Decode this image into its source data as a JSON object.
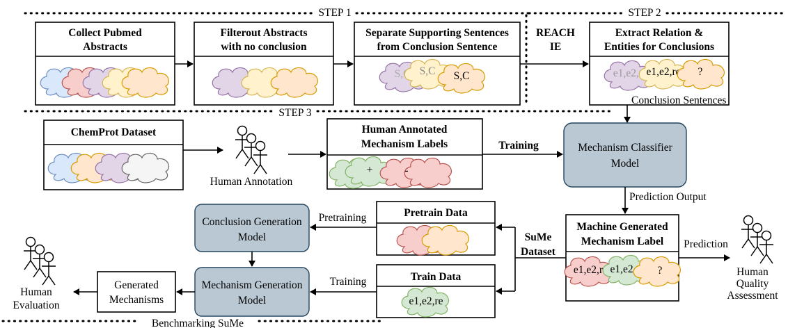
{
  "steps": {
    "step1": "STEP 1",
    "step2": "STEP 2",
    "step3": "STEP 3",
    "benchmark": "Benchmarking SuMe"
  },
  "boxes": {
    "collect": [
      "Collect Pubmed",
      "Abstracts"
    ],
    "filter": [
      "Filterout Abstracts",
      "with no conclusion"
    ],
    "separate": [
      "Separate Supporting Sentences",
      "from Conclusion Sentence"
    ],
    "extract": [
      "Extract Relation &",
      "Entities for Conclusions"
    ],
    "chemprot": "ChemProt Dataset",
    "human_annotated": [
      "Human Annotated",
      "Mechanism Labels"
    ],
    "classifier": [
      "Mechanism Classifier",
      "Model"
    ],
    "pretrain": "Pretrain Data",
    "train": "Train Data",
    "machine": [
      "Machine Generated",
      "Mechanism Label"
    ],
    "conclusion_gen": [
      "Conclusion Generation",
      "Model"
    ],
    "mechanism_gen": [
      "Mechanism Generation",
      "Model"
    ],
    "generated": [
      "Generated",
      "Mechanisms"
    ]
  },
  "labels": {
    "reach": [
      "REACH",
      "IE"
    ],
    "conclusion_sentences": "Conclusion Sentences",
    "training_bold": "Training",
    "prediction_output": "Prediction Output",
    "pretraining": "Pretraining",
    "training": "Training",
    "sume_dataset": [
      "SuMe",
      "Dataset"
    ],
    "prediction": "Prediction",
    "human_annotation": "Human Annotation",
    "human_quality": [
      "Human",
      "Quality",
      "Assessment"
    ],
    "human_evaluation": [
      "Human",
      "Evaluation"
    ]
  },
  "cloud_text": {
    "sc_back1": "S,C",
    "sc_back2": "S,C",
    "sc_front": "S,C",
    "ext_back": "e1,e2,r",
    "ext_front": "e1,e2,re",
    "ext_q": "?",
    "plus": "+",
    "minus": "-",
    "mach1": "e1,e2,r",
    "mach2": "e1,e2,re",
    "mach_q": "?",
    "train_cloud": "e1,e2,re"
  },
  "colors": {
    "blue": "#dae8fc",
    "orange": "#ffe6cc",
    "red": "#f8cecc",
    "purple": "#e1d5e7",
    "yellow": "#fff2cc",
    "green": "#d5e8d4",
    "gray": "#f5f5f5",
    "model_fill": "#bac8d3"
  }
}
